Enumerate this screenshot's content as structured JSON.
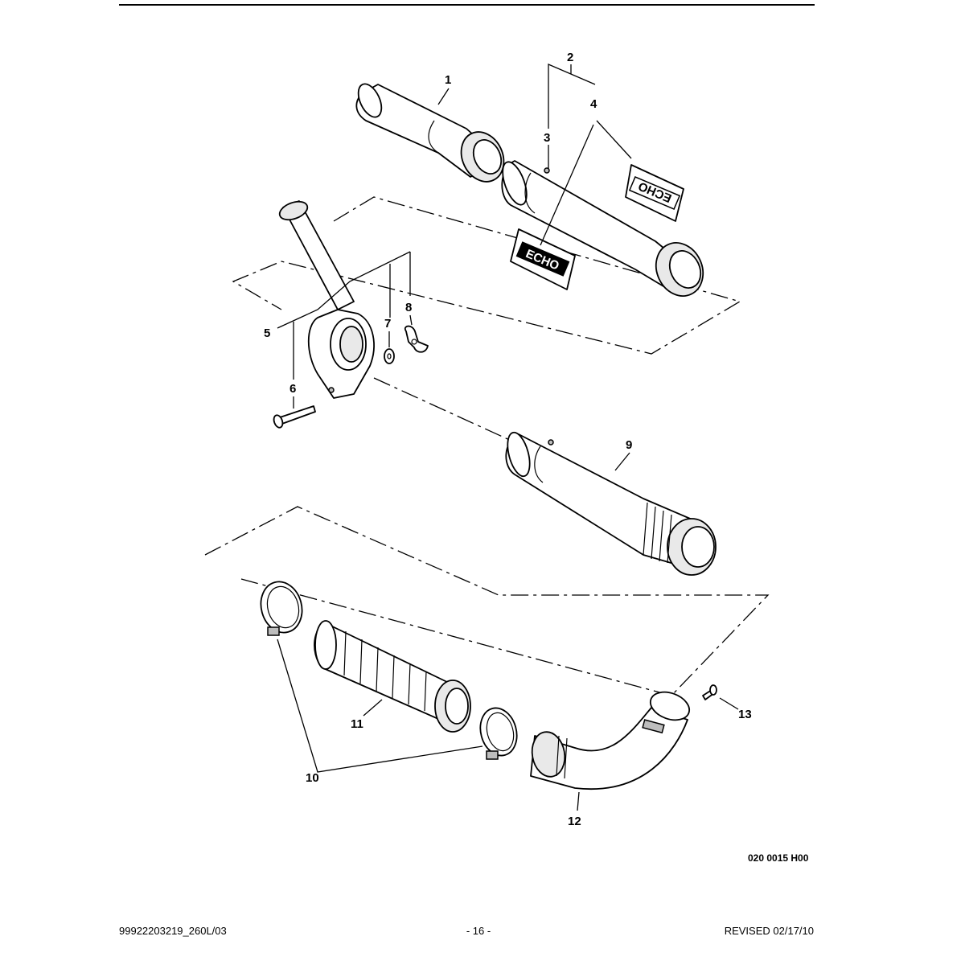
{
  "callouts": [
    "1",
    "2",
    "3",
    "4",
    "5",
    "6",
    "7",
    "8",
    "9",
    "10",
    "11",
    "12",
    "13"
  ],
  "decal_text": "ECHO",
  "drawing_code": "020 0015 H00",
  "footer": {
    "part_number": "99922203219_260L/03",
    "page": "- 16 -",
    "revised": "REVISED 02/17/10"
  }
}
